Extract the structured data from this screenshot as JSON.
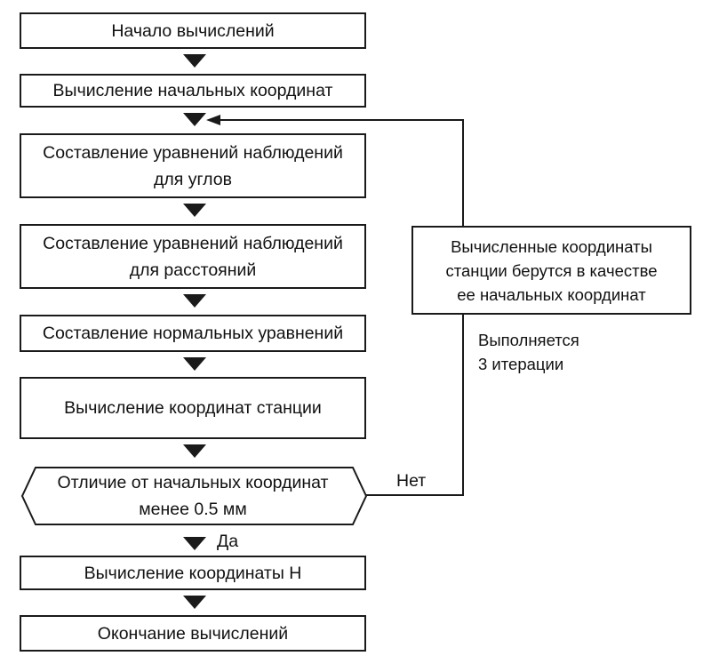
{
  "flowchart": {
    "start": "Начало вычислений",
    "compute_initial": "Вычисление начальных координат",
    "obs_angles": "Составление уравнений наблюдений\nдля углов",
    "obs_distances": "Составление уравнений наблюдений\nдля расстояний",
    "normal_eq": "Составление нормальных уравнений",
    "compute_station": "Вычисление координат станции",
    "decision": "Отличие от начальных координат\nменее 0.5 мм",
    "compute_h": "Вычисление координаты Н",
    "end": "Окончание вычислений",
    "side_box": "Вычисленные координаты\nстанции берутся в качестве\nее начальных координат",
    "iterations_note": "Выполняется\n3 итерации",
    "label_no": "Нет",
    "label_yes": "Да"
  },
  "colors": {
    "line": "#1a1a1a",
    "fill": "#ffffff"
  }
}
